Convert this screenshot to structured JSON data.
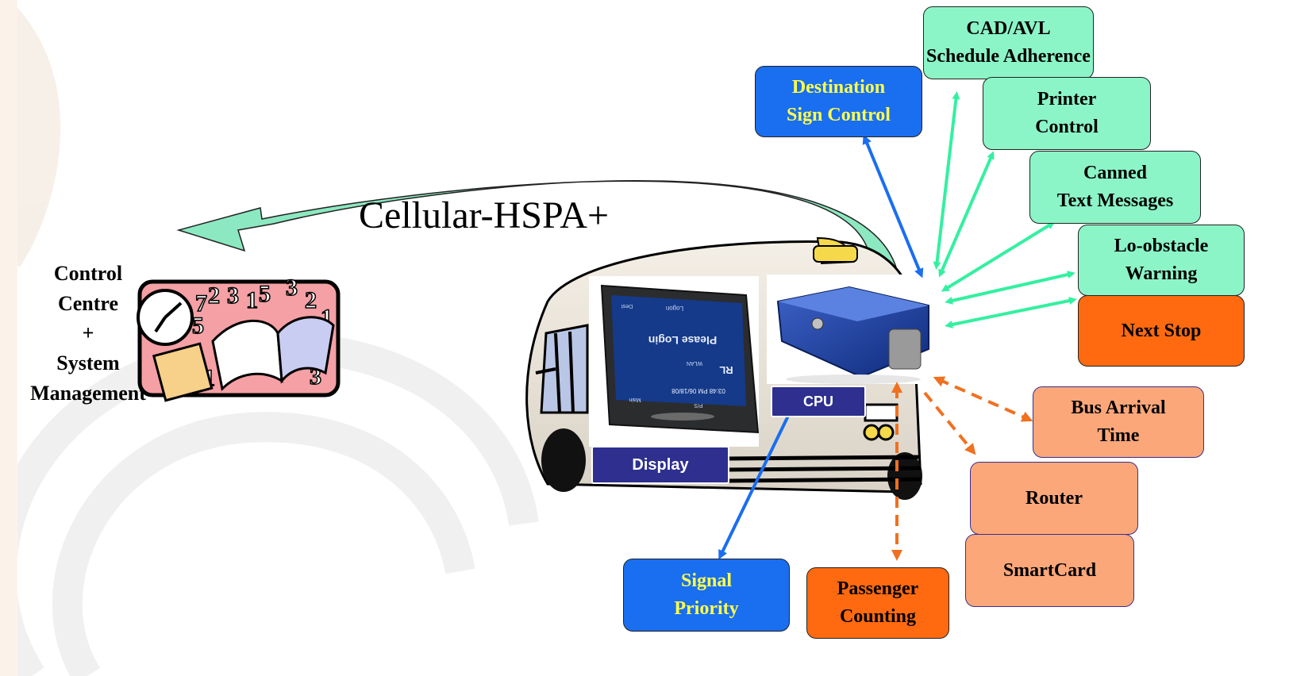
{
  "control_centre_label": "Control\nCentre\n+\nSystem\nManagement",
  "link_label": "Cellular-HSPA+",
  "display_tag": "Display",
  "cpu_tag": "CPU",
  "monitor_screen": {
    "title": "Please Login",
    "top_tabs": [
      "Logon",
      "Dest"
    ],
    "status_lines": [
      "WLAN",
      "RL"
    ],
    "bottom_line": "03:48 PM 06/18/08",
    "footer": [
      "Main",
      "P/S"
    ]
  },
  "features": {
    "cad_avl": "CAD/AVL\nSchedule Adherence",
    "printer": "Printer\nControl",
    "canned": "Canned\nText Messages",
    "lo_obstacle": "Lo-obstacle\nWarning",
    "next_stop": "Next Stop",
    "destination": "Destination\nSign Control",
    "bus_arrival": "Bus Arrival\nTime",
    "router": "Router",
    "smartcard": "SmartCard",
    "signal": "Signal\nPriority",
    "passenger": "Passenger\nCounting"
  },
  "colors": {
    "mint": "#8cf5c8",
    "blue": "#1a6ef0",
    "orange": "#ff6a10",
    "peach": "#fba77a",
    "tag": "#2e2f8e",
    "arrow_green": "#33f0a0",
    "arrow_blue": "#1a6ef0",
    "arrow_orange": "#f07020"
  },
  "icons": [
    "clock-icon",
    "book-icon",
    "bus-illustration",
    "display-terminal",
    "cpu-unit"
  ]
}
